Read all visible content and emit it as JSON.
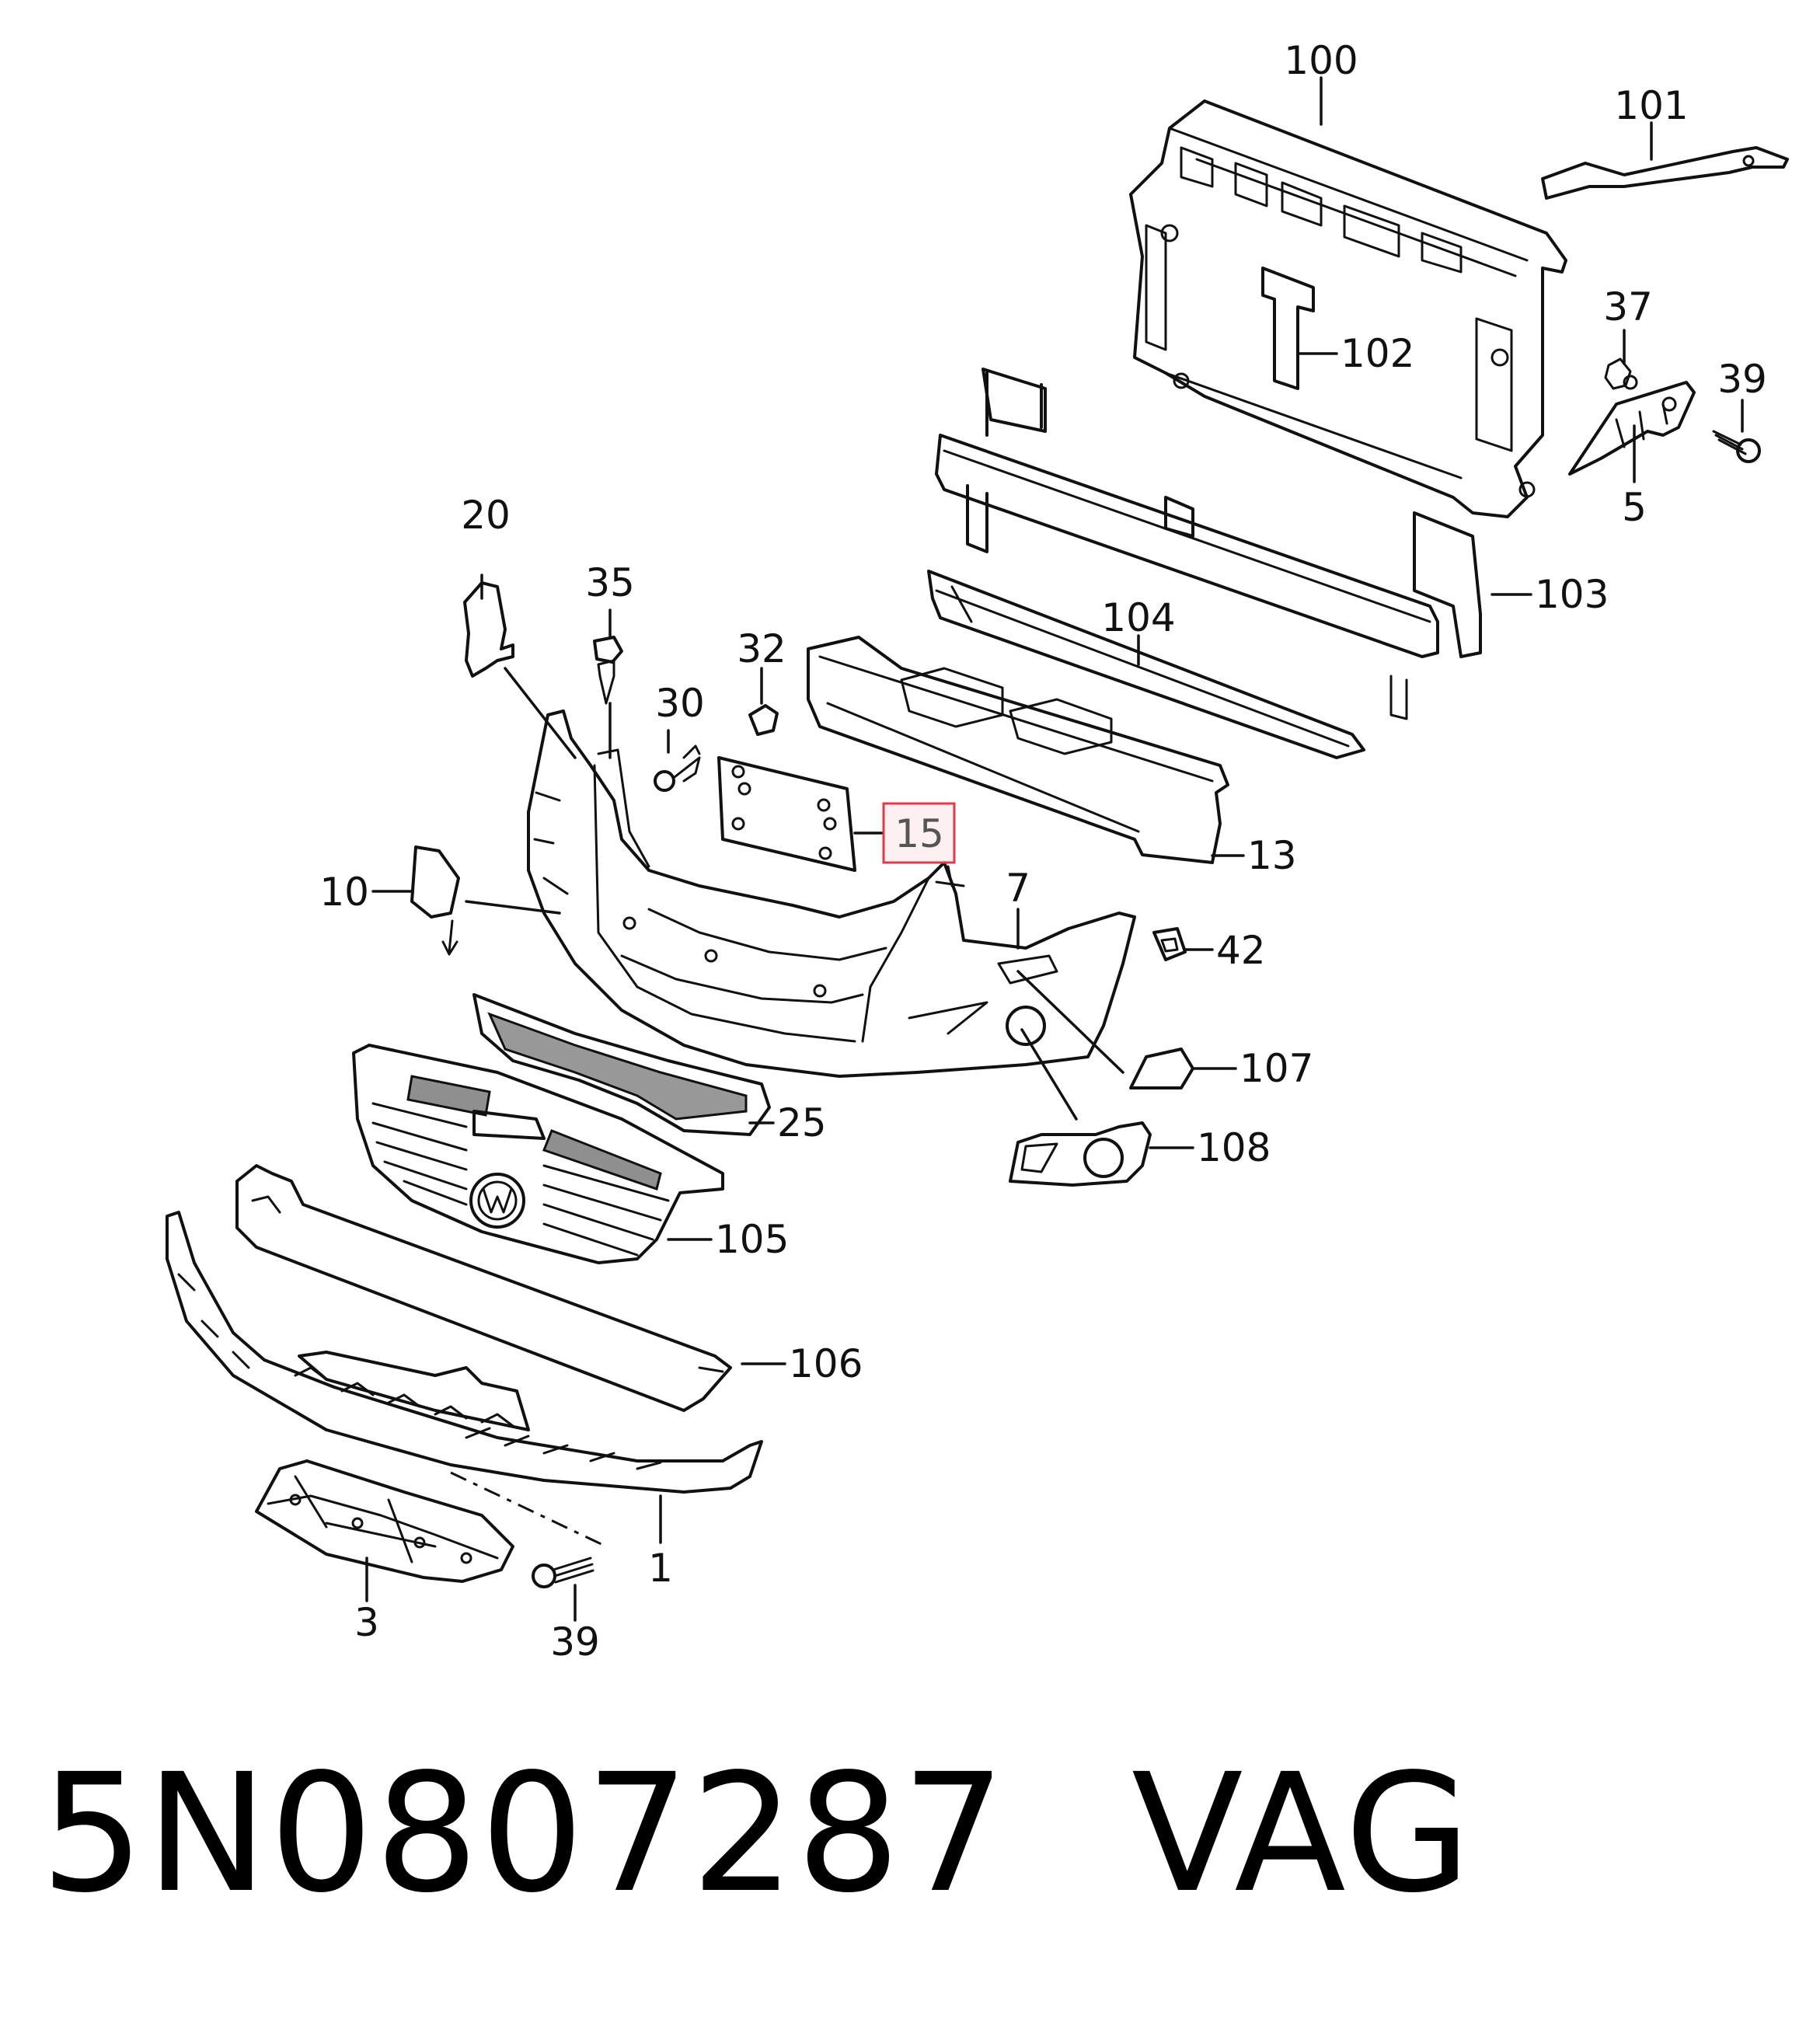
{
  "callouts": {
    "c100": "100",
    "c101": "101",
    "c102": "102",
    "c103": "103",
    "c104": "104",
    "c105": "105",
    "c106": "106",
    "c107": "107",
    "c108": "108",
    "c1": "1",
    "c3": "3",
    "c5": "5",
    "c7": "7",
    "c10": "10",
    "c13": "13",
    "c15": "15",
    "c20": "20",
    "c25": "25",
    "c30": "30",
    "c32": "32",
    "c35": "35",
    "c37": "37",
    "c39a": "39",
    "c39b": "39",
    "c42": "42"
  },
  "highlighted_callout": "15",
  "caption": {
    "part_number": "5N0807287",
    "brand": "VAG"
  },
  "colors": {
    "highlight_fill": "#fde4e6",
    "highlight_stroke": "#e33a4b",
    "line": "#111111"
  }
}
